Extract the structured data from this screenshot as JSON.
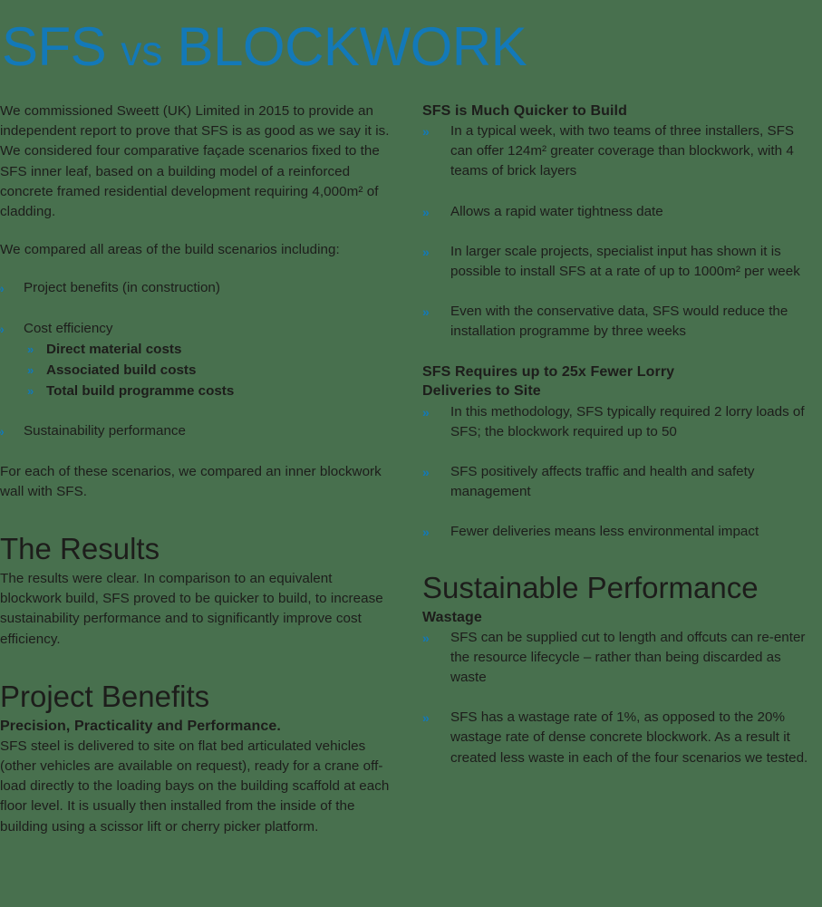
{
  "colors": {
    "background": "#48704e",
    "ink": "#1d1d1b",
    "accent_blue": "#1379b8"
  },
  "masthead": {
    "title_part1": "SFS",
    "title_vs": "vs",
    "title_part2": "BLOCKWORK"
  },
  "bullet_glyph": "»",
  "left_column": {
    "intro_paragraph": "We commissioned Sweett (UK) Limited in 2015 to provide an independent report to prove that SFS is as good as we say it is. We considered four comparative façade scenarios fixed to the SFS inner leaf, based on a building model of a reinforced concrete framed residential development requiring 4,000m² of cladding.",
    "compare_lead": "We compared all areas of the build scenarios including:",
    "compare_bullets": [
      {
        "text": "Project benefits (in construction)",
        "sub": []
      },
      {
        "text": "Cost efficiency",
        "sub": [
          "Direct material costs",
          "Associated build costs",
          "Total build programme costs"
        ]
      },
      {
        "text": "Sustainability performance",
        "sub": []
      }
    ],
    "scenario_paragraph": "For each of these scenarios, we compared an inner blockwork wall with SFS.",
    "results_heading": "The Results",
    "results_paragraph": "The results were clear. In comparison to an equivalent blockwork build, SFS proved to be quicker to build, to increase sustainability performance and to significantly improve cost efficiency.",
    "benefits_heading": "Project Benefits",
    "benefits_subheading": "Precision, Practicality and Performance.",
    "benefits_paragraph": "SFS steel is delivered to site on flat bed articulated vehicles (other vehicles are available on request), ready for a crane off-load directly to the loading bays on the building scaffold at each floor level. It is usually then installed from the inside of the building using a scissor lift or cherry picker platform."
  },
  "right_column": {
    "quicker_heading": "SFS is Much Quicker to Build",
    "quicker_bullets": [
      "In a typical week, with two teams of three installers, SFS can offer 124m² greater coverage than blockwork, with 4 teams of brick layers",
      "Allows a rapid water tightness date",
      "In larger scale projects, specialist input has shown it is possible to install SFS at a rate of up to 1000m² per week",
      "Even with the conservative data, SFS would reduce the installation programme by three weeks"
    ],
    "lorry_heading_line1": "SFS Requires up to 25x Fewer Lorry",
    "lorry_heading_line2": "Deliveries to Site",
    "lorry_bullets": [
      "In this methodology, SFS typically required 2 lorry loads of SFS; the blockwork required up to 50",
      "SFS positively affects traffic and health and safety management",
      "Fewer deliveries means less environmental impact"
    ],
    "sustainable_heading": "Sustainable Performance",
    "wastage_subheading": "Wastage",
    "wastage_bullets": [
      "SFS can be supplied cut to length and offcuts can re-enter the resource lifecycle – rather than being discarded as waste",
      "SFS has a wastage rate of 1%, as opposed to the 20% wastage rate of dense concrete blockwork. As a result it created less waste in each of the four scenarios we tested."
    ]
  }
}
